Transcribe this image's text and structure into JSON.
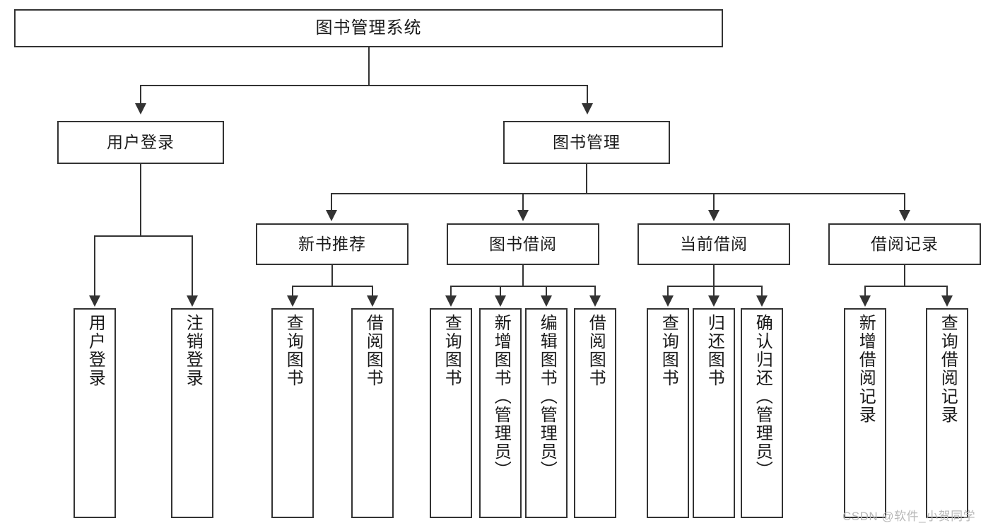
{
  "diagram": {
    "type": "tree-hierarchy",
    "title": "图书管理系统",
    "root": {
      "label": "图书管理系统"
    },
    "level2": [
      {
        "label": "用户登录"
      },
      {
        "label": "图书管理"
      }
    ],
    "level3": [
      {
        "label": "新书推荐"
      },
      {
        "label": "图书借阅"
      },
      {
        "label": "当前借阅"
      },
      {
        "label": "借阅记录"
      }
    ],
    "leaves": {
      "user_login": [
        {
          "label": "用户登录"
        },
        {
          "label": "注销登录"
        }
      ],
      "new_book_recommend": [
        {
          "label": "查询图书"
        },
        {
          "label": "借阅图书"
        }
      ],
      "book_borrow": [
        {
          "label": "查询图书"
        },
        {
          "label": "新增图书（管理员）"
        },
        {
          "label": "编辑图书（管理员）"
        },
        {
          "label": "借阅图书"
        }
      ],
      "current_borrow": [
        {
          "label": "查询图书"
        },
        {
          "label": "归还图书"
        },
        {
          "label": "确认归还（管理员）"
        }
      ],
      "borrow_record": [
        {
          "label": "新增借阅记录"
        },
        {
          "label": "查询借阅记录"
        }
      ]
    }
  },
  "watermark": {
    "text": "CSDN @软件_小贺同学"
  },
  "colors": {
    "stroke": "#333333",
    "text": "#1a1a1a",
    "background": "#ffffff",
    "watermark": "#b8b8b8"
  }
}
